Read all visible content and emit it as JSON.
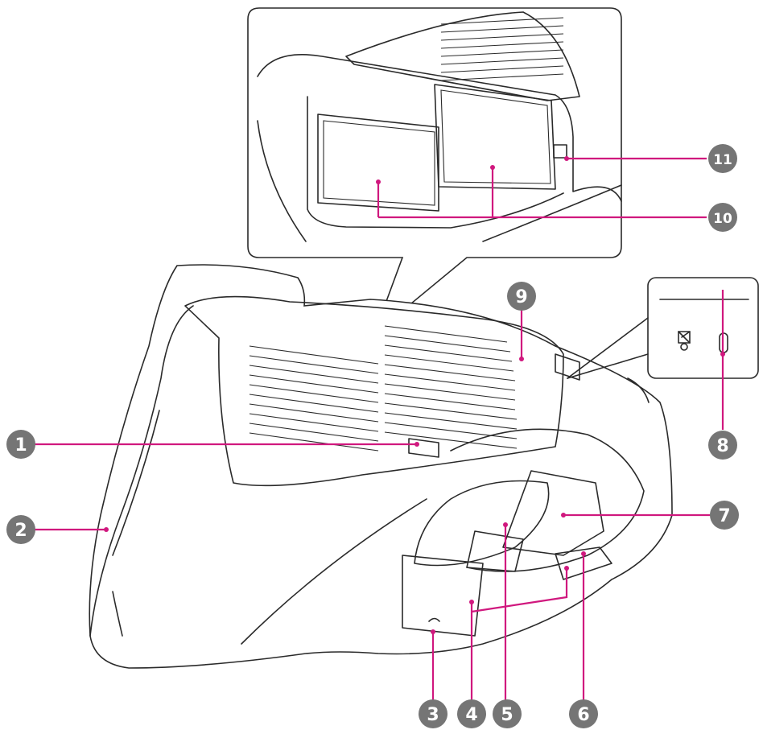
{
  "callouts": [
    {
      "id": "1",
      "label": "1"
    },
    {
      "id": "2",
      "label": "2"
    },
    {
      "id": "3",
      "label": "3"
    },
    {
      "id": "4",
      "label": "4"
    },
    {
      "id": "5",
      "label": "5"
    },
    {
      "id": "6",
      "label": "6"
    },
    {
      "id": "7",
      "label": "7"
    },
    {
      "id": "8",
      "label": "8"
    },
    {
      "id": "9",
      "label": "9"
    },
    {
      "id": "10",
      "label": "10"
    },
    {
      "id": "11",
      "label": "11"
    }
  ],
  "colors": {
    "leader": "#d0187e",
    "badge": "#757575",
    "outline": "#2a2a2a"
  },
  "icons": [
    "security-lock-icon",
    "security-slot-icon"
  ]
}
